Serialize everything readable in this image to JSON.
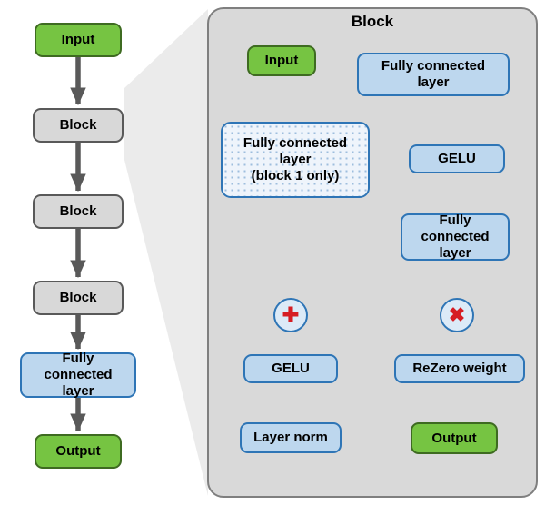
{
  "left": {
    "input": "Input",
    "block1": "Block",
    "block2": "Block",
    "block3": "Block",
    "fc": "Fully connected layer",
    "output": "Output"
  },
  "panel": {
    "title": "Block",
    "input": "Input",
    "fc_top": "Fully connected layer",
    "fc_block1_line1": "Fully connected layer",
    "fc_block1_line2": "(block 1 only)",
    "gelu_right": "GELU",
    "fc_right": "Fully connected layer",
    "times": "✖",
    "plus": "✚",
    "rezero": "ReZero weight",
    "gelu_left": "GELU",
    "layer_norm": "Layer norm",
    "output": "Output"
  },
  "colors": {
    "node_green": "#76c442",
    "node_gray": "#d8d8d8",
    "node_blue": "#bdd7ee",
    "blue_border": "#2e75b6",
    "panel_gray": "#d9d9d9",
    "arrow_gray": "#595959",
    "operator_red": "#d61d23"
  }
}
